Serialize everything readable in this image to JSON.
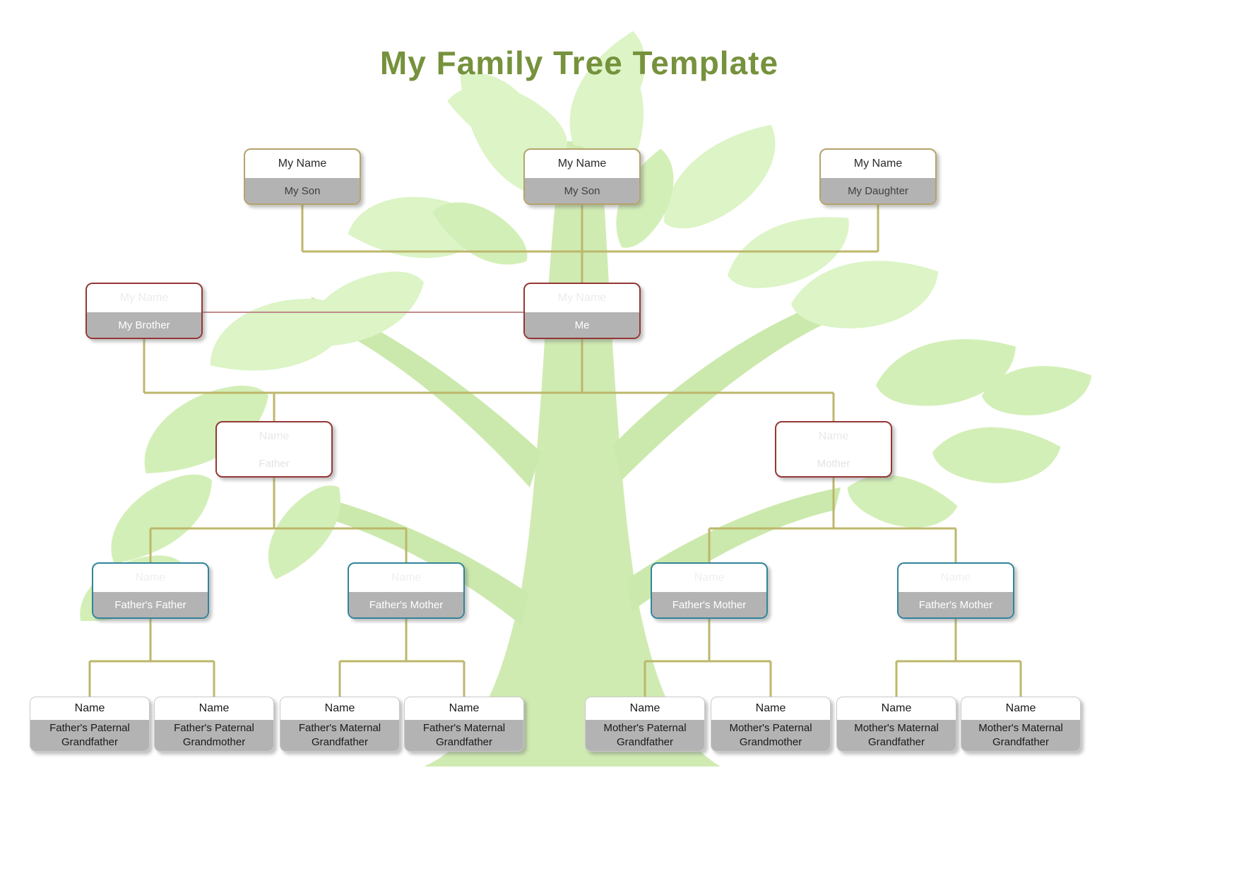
{
  "title": "My Family Tree Template",
  "palette": {
    "title_green": "#76923C",
    "connector_khaki": "#BDB76B",
    "sibling_connector": "#C08A8A",
    "band_gray": "#B3B3B3",
    "border_tan": "#B5A36A",
    "border_maroon": "#953735",
    "border_teal": "#31849B",
    "tree_leaf_green": "#DCF4C6",
    "tree_trunk_green": "#CFEBB2"
  },
  "nodes": {
    "children": [
      {
        "name": "My Name",
        "label": "My Son"
      },
      {
        "name": "My Name",
        "label": "My Son"
      },
      {
        "name": "My Name",
        "label": "My Daughter"
      }
    ],
    "siblings": [
      {
        "name": "My Name",
        "label": "My Brother"
      },
      {
        "name": "My Name",
        "label": "Me"
      }
    ],
    "parents": [
      {
        "name": "Name",
        "label": "Father"
      },
      {
        "name": "Name",
        "label": "Mother"
      }
    ],
    "grandparents": [
      {
        "name": "Name",
        "label": "Father's Father"
      },
      {
        "name": "Name",
        "label": "Father's Mother"
      },
      {
        "name": "Name",
        "label": "Father's Mother"
      },
      {
        "name": "Name",
        "label": "Father's Mother"
      }
    ],
    "great_grandparents": [
      {
        "name": "Name",
        "label": "Father's Paternal Grandfather"
      },
      {
        "name": "Name",
        "label": "Father's Paternal Grandmother"
      },
      {
        "name": "Name",
        "label": "Father's Maternal Grandfather"
      },
      {
        "name": "Name",
        "label": "Father's Maternal Grandfather"
      },
      {
        "name": "Name",
        "label": "Mother's Paternal Grandfather"
      },
      {
        "name": "Name",
        "label": "Mother's Paternal Grandmother"
      },
      {
        "name": "Name",
        "label": "Mother's Maternal Grandfather"
      },
      {
        "name": "Name",
        "label": "Mother's Maternal Grandfather"
      }
    ]
  }
}
